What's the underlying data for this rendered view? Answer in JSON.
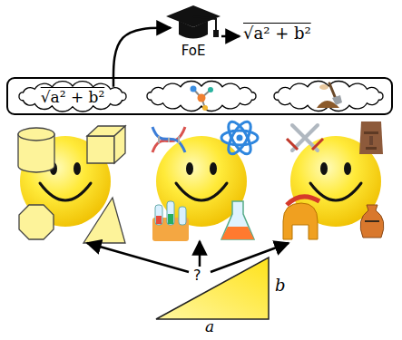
{
  "diagram": {
    "nodes": [
      {
        "text": [
          "√a² + b²"
        ]
      },
      {
        "text": [
          "FoE"
        ]
      }
    ],
    "edges": [
      {
        "from": 0,
        "to": 1,
        "arrow": "to"
      }
    ],
    "labels": [
      "√a² + b²",
      "?",
      "b",
      "a"
    ]
  }
}
